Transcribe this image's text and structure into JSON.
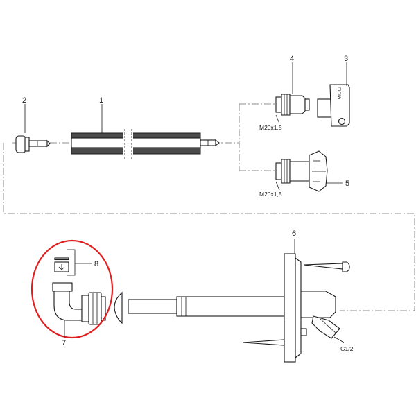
{
  "callouts": {
    "c1": "1",
    "c2": "2",
    "c3": "3",
    "c4": "4",
    "c5": "5",
    "c6": "6",
    "c7": "7",
    "c8": "8"
  },
  "thread_labels": {
    "spindle_key": "M20x1,5",
    "spindle_handle": "M20x1,5",
    "outlet": "G1/2"
  },
  "brand_text": "mora",
  "highlight_color": "#e02020"
}
